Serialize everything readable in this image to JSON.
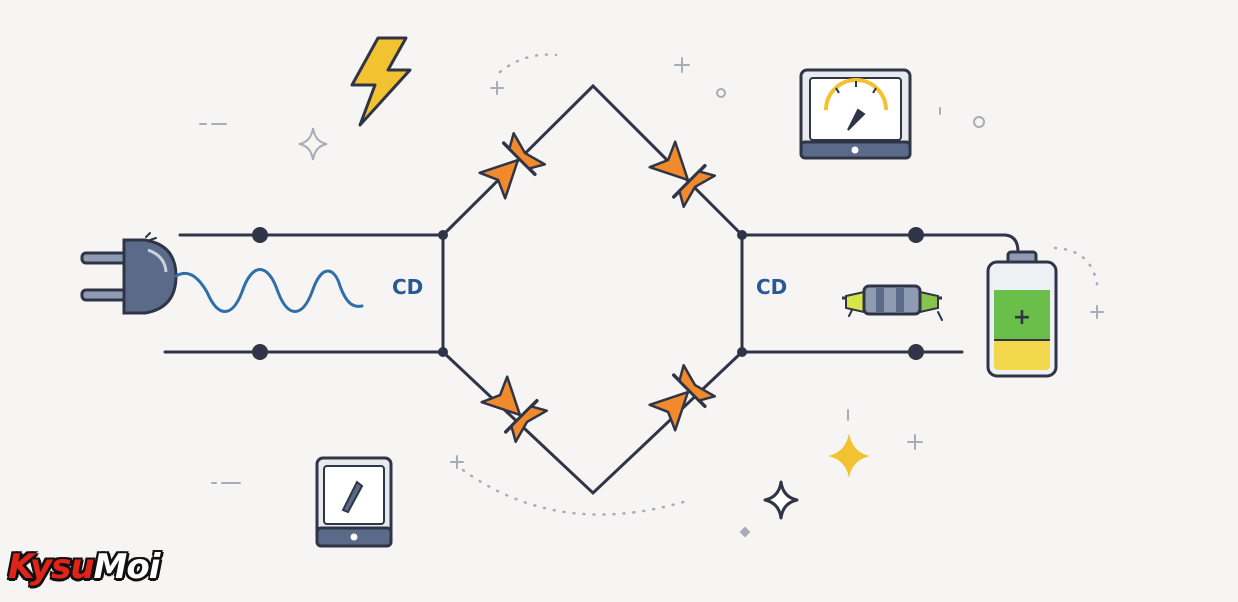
{
  "labels": {
    "left_section": "CD",
    "right_section": "CD"
  },
  "battery": {
    "symbol": "+",
    "top_color": "#6abf4b",
    "bottom_color": "#f2d64b"
  },
  "watermark": {
    "part1": "Kysu",
    "part2": "Moi",
    "accent_color": "#e2231a"
  },
  "colors": {
    "diode": "#f08a2c",
    "wire": "#2f3547",
    "wave": "#2f6fa8",
    "lightning": "#f2c230",
    "sparkle": "#f2c230"
  },
  "icons": [
    "power-plug-icon",
    "ac-wave-icon",
    "lightning-bolt-icon",
    "meter-gauge-icon",
    "tablet-meter-icon",
    "resistor-icon",
    "battery-icon",
    "sparkle-icon"
  ]
}
